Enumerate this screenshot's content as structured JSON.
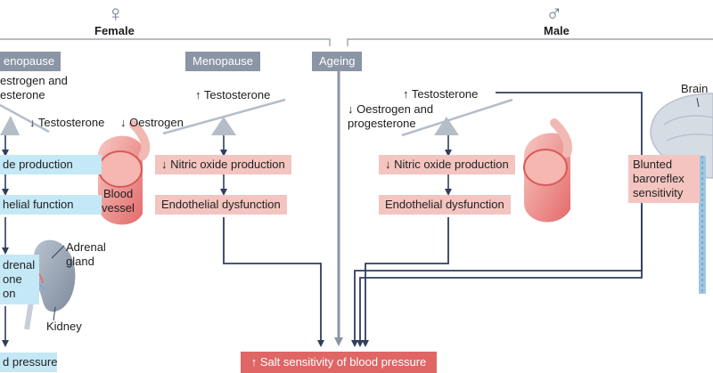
{
  "headers": {
    "female": "Female",
    "male": "Male",
    "female_symbol": "♀",
    "male_symbol": "♂"
  },
  "tags": {
    "menopause_left": "enopause",
    "menopause_center": "Menopause",
    "ageing": "Ageing"
  },
  "female_left": {
    "oestrogen_line1": "estrogen and",
    "oestrogen_line2": "esterone",
    "testosterone": "↓ Testosterone",
    "oestrogen": "↓ Oestrogen",
    "box_production": "de production",
    "box_function": "helial function",
    "adrenal_line1": "drenal",
    "adrenal_line2": "one",
    "adrenal_line3": "on",
    "pressure": "d pressure",
    "adrenal_gland_1": "Adrenal",
    "adrenal_gland_2": "gland",
    "kidney": "Kidney",
    "blood_vessel_1": "Blood",
    "blood_vessel_2": "vessel"
  },
  "female_center": {
    "testosterone": "↑ Testosterone",
    "nitric": "↓ Nitric oxide production",
    "endothelial": "Endothelial dysfunction"
  },
  "male": {
    "testosterone": "↑ Testosterone",
    "oestrogen_line1": "↓ Oestrogen and",
    "oestrogen_line2": "progesterone",
    "nitric": "↓ Nitric oxide production",
    "endothelial": "Endothelial dysfunction",
    "brain": "Brain",
    "baro_line1": "Blunted",
    "baro_line2": "baroreflex",
    "baro_line3": "sensitivity"
  },
  "outcome": "↑ Salt sensitivity of blood pressure",
  "colors": {
    "arrow": "#2f3e5c",
    "ageing_arrow": "#8a95a5",
    "grey_tag": "#8a95a5",
    "pink_box": "#f4c5c0",
    "blue_box": "#c4e8f6",
    "outcome_box": "#e06565"
  }
}
